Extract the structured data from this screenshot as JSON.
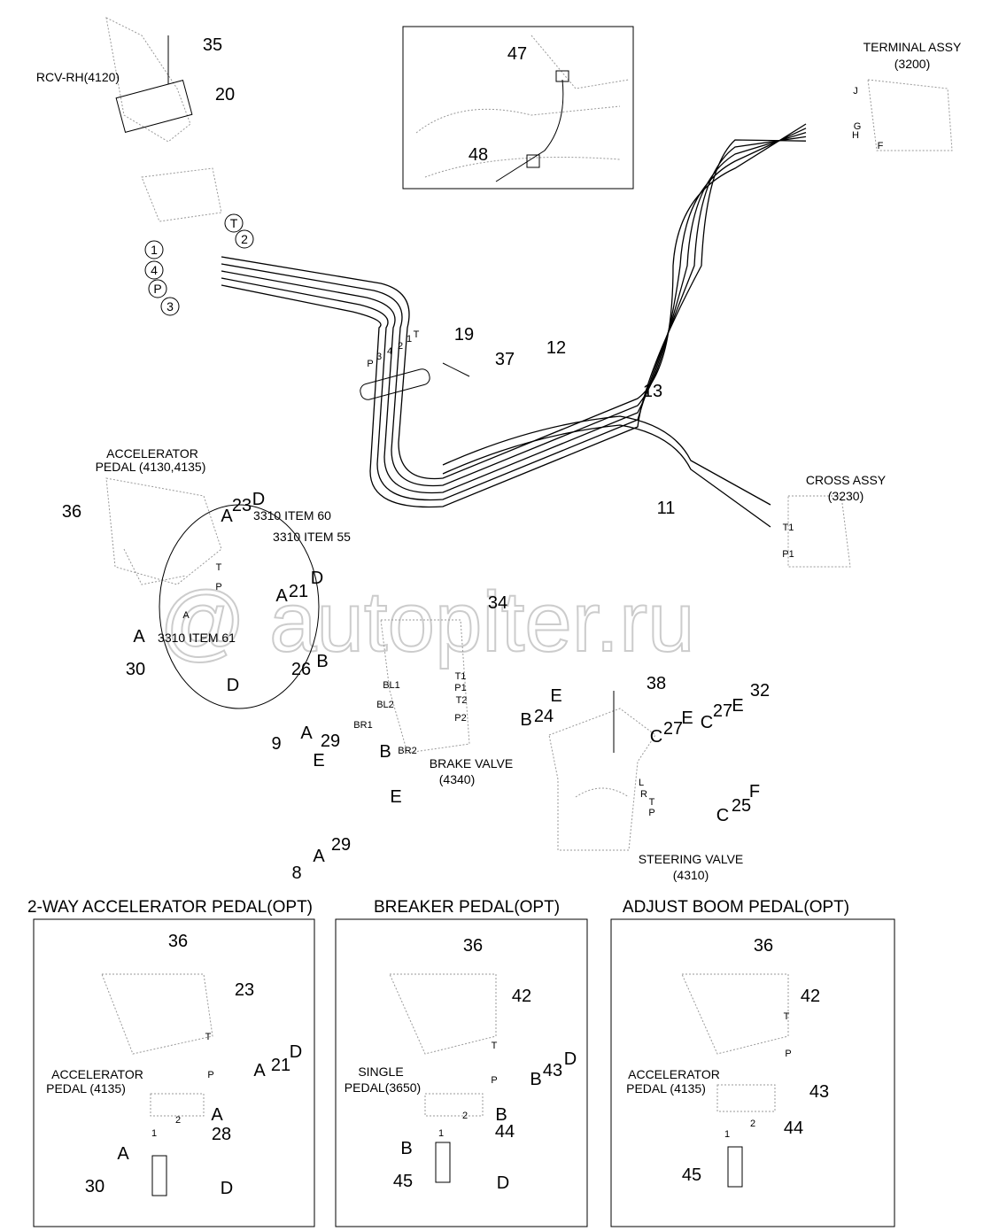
{
  "watermark": "autopiter.ru",
  "main_diagram": {
    "callouts": [
      "35",
      "RCV-RH(4120)",
      "20",
      "T",
      "2",
      "1",
      "4",
      "P",
      "3",
      "47",
      "48",
      "TERMINAL ASSY",
      "(3200)",
      "J",
      "G",
      "H",
      "F",
      "19",
      "37",
      "12",
      "13",
      "P",
      "3",
      "4",
      "2",
      "1",
      "T",
      "11",
      "CROSS ASSY",
      "(3230)",
      "T1",
      "P1",
      "ACCELERATOR",
      "PEDAL (4130,4135)",
      "36",
      "23",
      "A",
      "D",
      "3310 ITEM 60",
      "3310 ITEM 55",
      "D",
      "21",
      "A",
      "T",
      "P",
      "A",
      "A",
      "3310 ITEM 61",
      "30",
      "D",
      "34",
      "26",
      "B",
      "BL1",
      "BL2",
      "T1",
      "P1",
      "T2",
      "P2",
      "24",
      "E",
      "B",
      "29",
      "A",
      "BR1",
      "B",
      "BR2",
      "BRAKE VALVE",
      "(4340)",
      "9",
      "E",
      "E",
      "29",
      "A",
      "8",
      "38",
      "32",
      "27",
      "E",
      "C",
      "27",
      "E",
      "C",
      "25",
      "F",
      "C",
      "L",
      "R",
      "T",
      "P",
      "STEERING VALVE",
      "(4310)"
    ]
  },
  "panels": [
    {
      "title": "2-WAY ACCELERATOR PEDAL(OPT)",
      "callouts": [
        "36",
        "23",
        "T",
        "P",
        "21",
        "D",
        "A",
        "ACCELERATOR",
        "PEDAL (4135)",
        "2",
        "A",
        "28",
        "1",
        "A",
        "30",
        "D"
      ]
    },
    {
      "title": "BREAKER PEDAL(OPT)",
      "callouts": [
        "36",
        "42",
        "T",
        "P",
        "43",
        "D",
        "B",
        "SINGLE",
        "PEDAL(3650)",
        "2",
        "B",
        "44",
        "1",
        "B",
        "45",
        "D"
      ]
    },
    {
      "title": "ADJUST BOOM PEDAL(OPT)",
      "callouts": [
        "36",
        "42",
        "T",
        "P",
        "43",
        "ACCELERATOR",
        "PEDAL (4135)",
        "2",
        "44",
        "1",
        "45"
      ]
    }
  ]
}
